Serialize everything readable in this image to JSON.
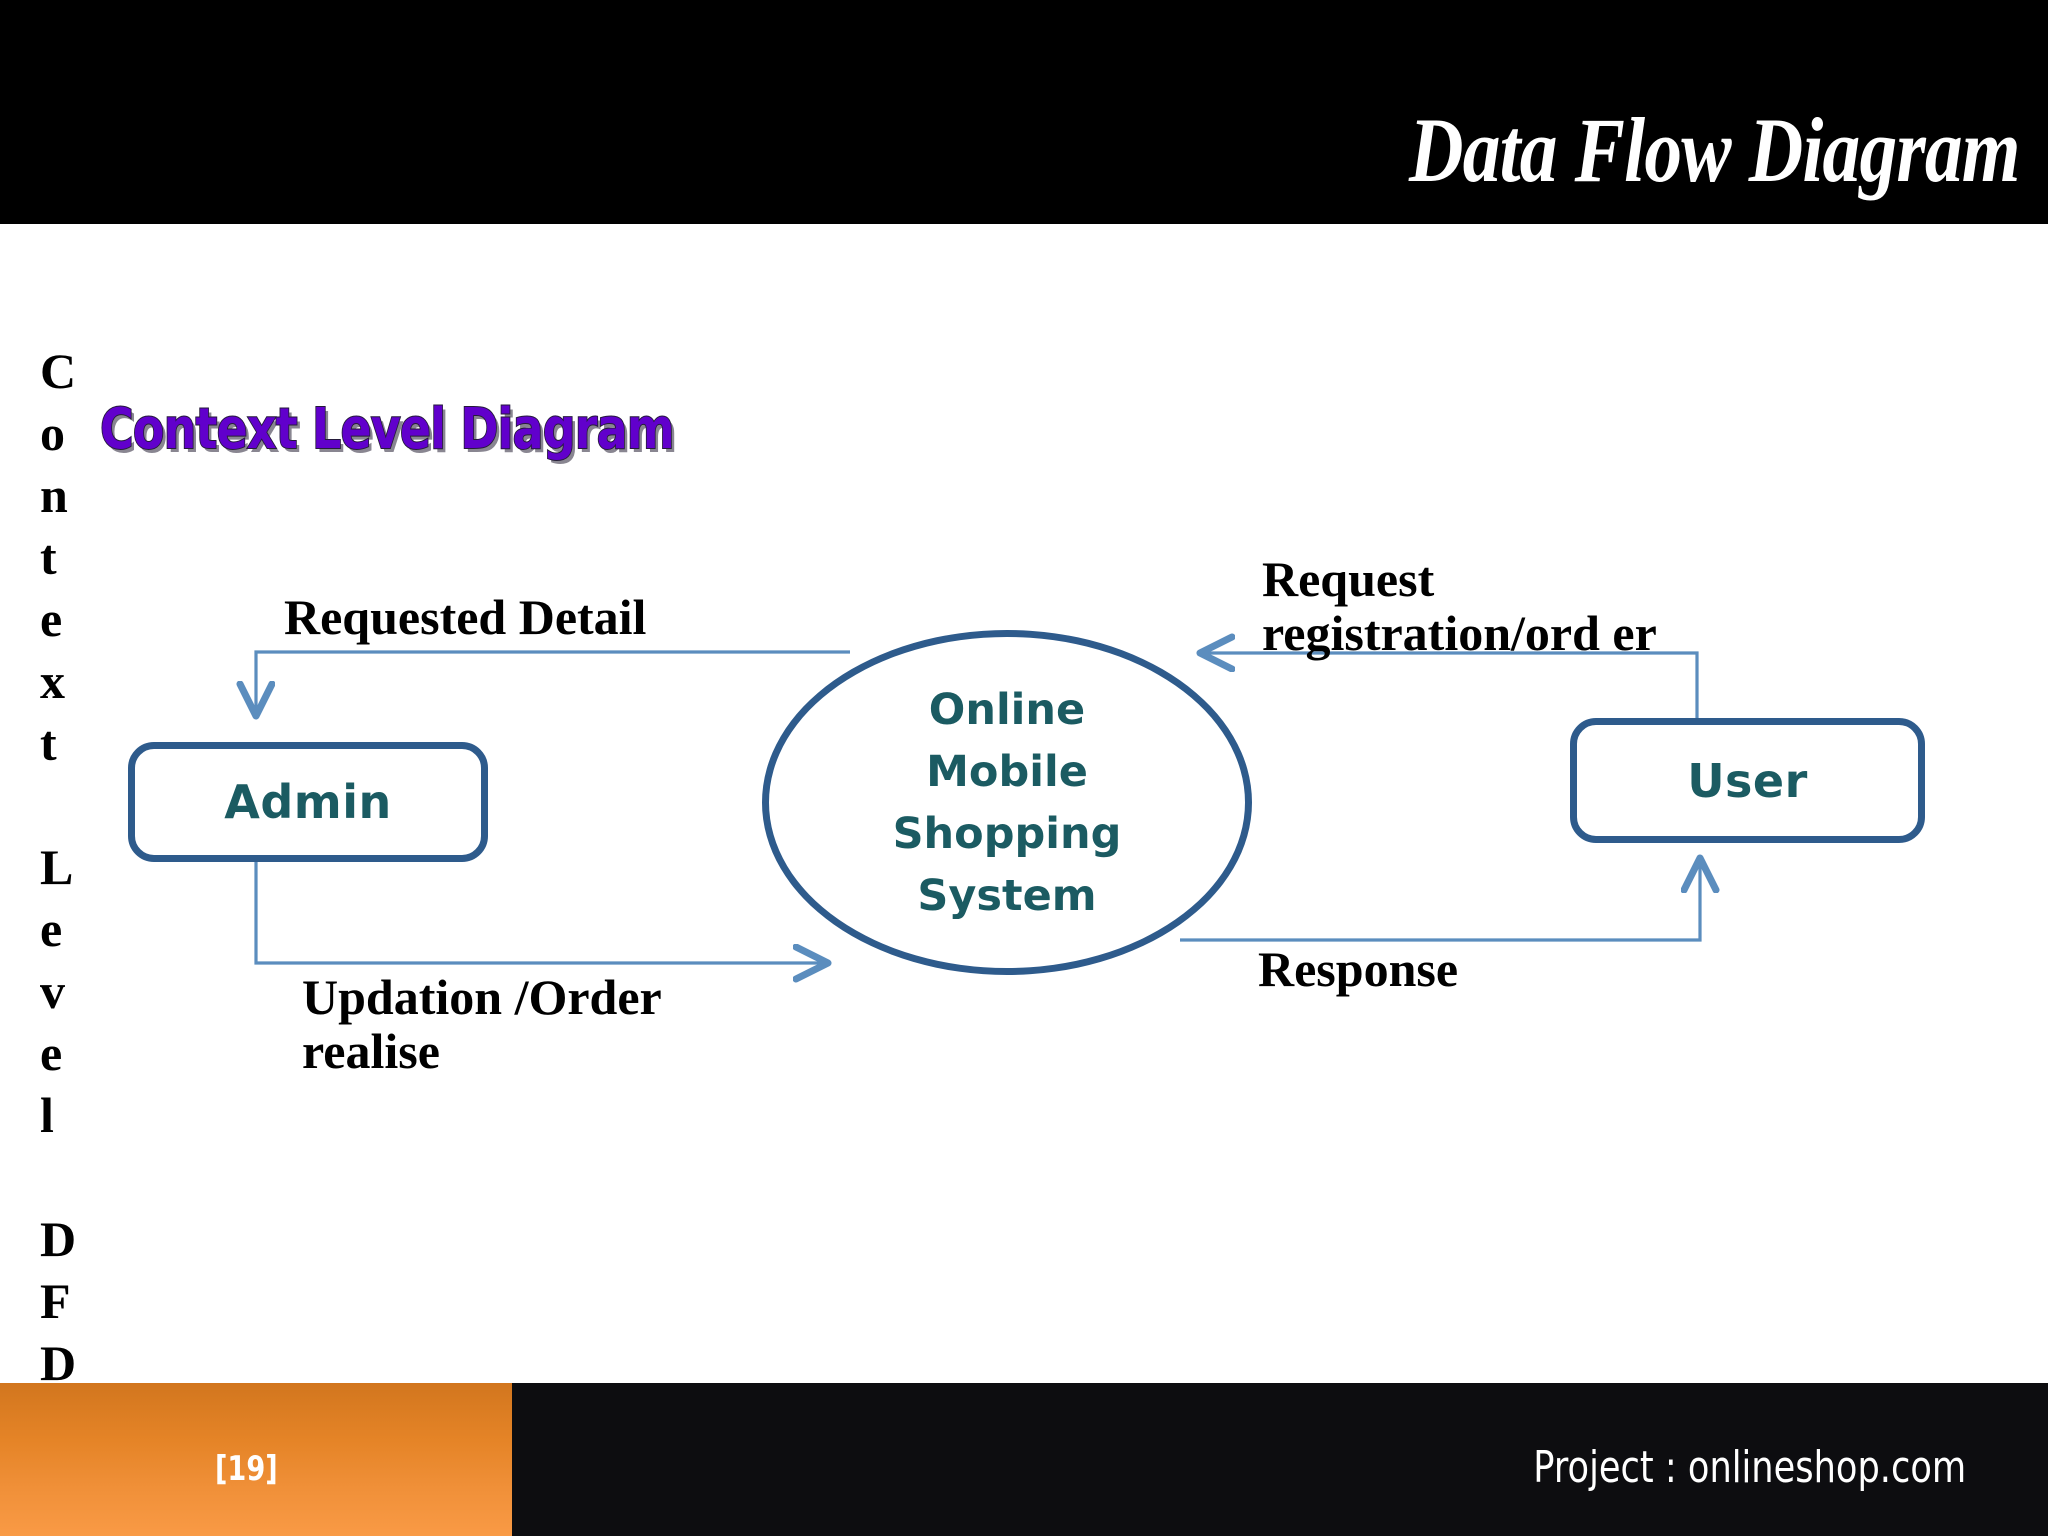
{
  "slide": {
    "header": {
      "title": "Data Flow Diagram"
    },
    "side_caption": "C\no\nn\nt\ne\nx\nt\n\nL\ne\nv\ne\nl\n\nD\nF\nD",
    "wordart_title": "Context Level Diagram",
    "diagram": {
      "process": {
        "label": "Online\nMobile\nShopping\nSystem"
      },
      "entities": [
        {
          "id": "admin",
          "label": "Admin"
        },
        {
          "id": "user",
          "label": "User"
        }
      ],
      "flows": [
        {
          "id": "requested-detail",
          "label": "Requested Detail",
          "from": "Online Mobile Shopping System",
          "to": "Admin"
        },
        {
          "id": "updation-order",
          "label": "Updation /Order realise",
          "from": "Admin",
          "to": "Online Mobile Shopping System"
        },
        {
          "id": "request-registration",
          "label": "Request registration/ord er",
          "from": "User",
          "to": "Online Mobile Shopping System"
        },
        {
          "id": "response",
          "label": "Response",
          "from": "Online Mobile Shopping System",
          "to": "User"
        }
      ]
    },
    "footer": {
      "page_number": "[19]",
      "project": "Project : onlineshop.com"
    },
    "colors": {
      "header_background": "#000000",
      "header_text": "#FFFFFF",
      "wordart": "#6100CC",
      "shape_border": "#2E5B8C",
      "shape_text": "#1B5B62",
      "connector": "#5B8DBE",
      "footer_orange": "#E58427",
      "footer_black": "#0D0D10",
      "label_text": "#000000"
    }
  }
}
